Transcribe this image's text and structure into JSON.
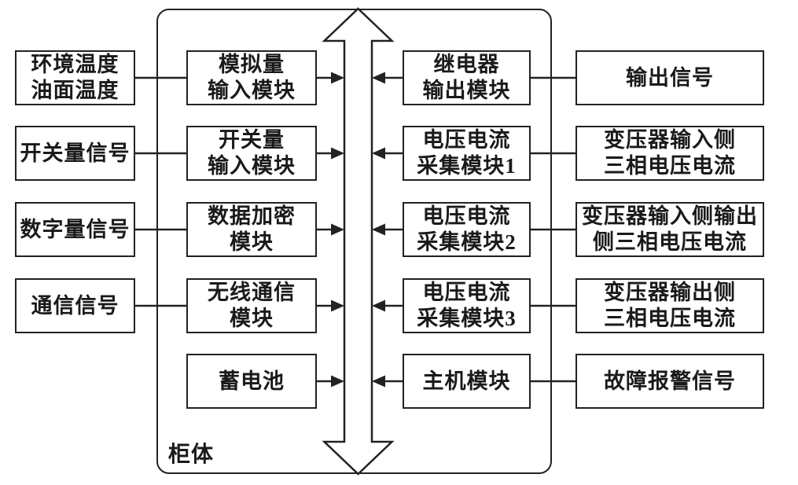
{
  "diagram_title": "transformer-cabinet-monitoring-block-diagram",
  "cabinet": {
    "label": "柜体"
  },
  "colors": {
    "line": "#222222",
    "text": "#1a1a1a",
    "background": "#ffffff"
  },
  "bus": {
    "shape": "vertical-double-arrow"
  },
  "rows": [
    {
      "outer_left": "环境温度\n油面温度",
      "inner_left": "模拟量\n输入模块",
      "inner_right": "继电器\n输出模块",
      "outer_right": "输出信号"
    },
    {
      "outer_left": "开关量信号",
      "inner_left": "开关量\n输入模块",
      "inner_right": "电压电流\n采集模块1",
      "outer_right": "变压器输入侧\n三相电压电流"
    },
    {
      "outer_left": "数字量信号",
      "inner_left": "数据加密\n模块",
      "inner_right": "电压电流\n采集模块2",
      "outer_right": "变压器输入侧输出\n侧三相电压电流"
    },
    {
      "outer_left": "通信信号",
      "inner_left": "无线通信\n模块",
      "inner_right": "电压电流\n采集模块3",
      "outer_right": "变压器输出侧\n三相电压电流"
    },
    {
      "inner_left": "蓄电池",
      "inner_right": "主机模块",
      "outer_right": "故障报警信号"
    }
  ]
}
